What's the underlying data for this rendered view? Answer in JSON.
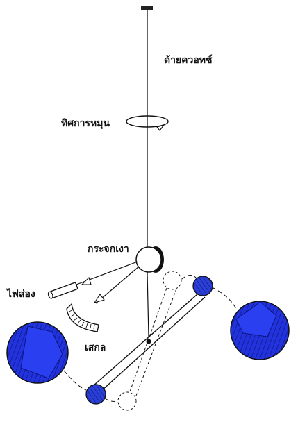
{
  "labels": {
    "quartz_fiber": "ด้ายควอทซ์",
    "rotation_direction": "ทิศการหมุน",
    "mirror": "กระจกเงา",
    "light_source": "ไฟส่อง",
    "scale": "เสกล"
  },
  "colors": {
    "line": "#111111",
    "large_sphere_fill": "#2233dd",
    "small_sphere_fill": "#2a3fd6",
    "mirror_fill": "#ffffff"
  },
  "icons": {
    "rotation": "rotation-arrow-icon",
    "light": "flashlight-icon",
    "scale": "curved-scale-icon"
  }
}
